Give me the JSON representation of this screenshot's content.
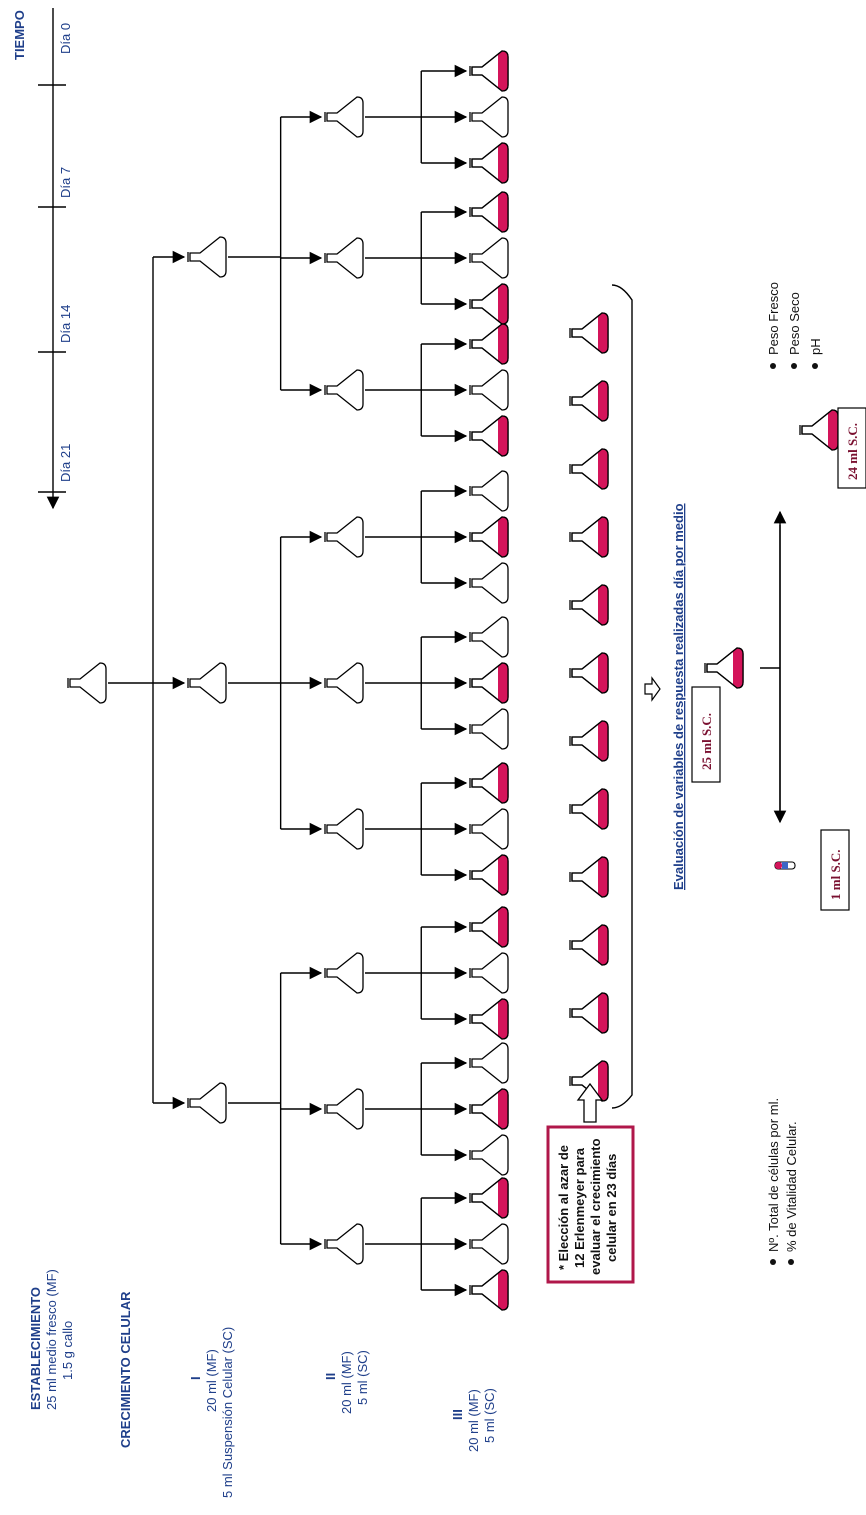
{
  "timeline": {
    "title": "TIEMPO",
    "days": [
      "Día 0",
      "Día 7",
      "Día 14",
      "Día 21"
    ]
  },
  "stages": {
    "establecimiento": {
      "title": "ESTABLECIMIENTO",
      "lines": [
        "25 ml medio fresco (MF)",
        "1.5 g callo"
      ]
    },
    "crecimiento": {
      "title": "CRECIMIENTO CELULAR"
    },
    "I": {
      "title": "I",
      "lines": [
        "20 ml (MF)",
        "5 ml Suspensión Celular (SC)"
      ]
    },
    "II": {
      "title": "II",
      "lines": [
        "20 ml (MF)",
        "5 ml (SC)"
      ]
    },
    "III": {
      "title": "III",
      "lines": [
        "20 ml (MF)",
        "5 ml (SC)"
      ]
    }
  },
  "selection_box": {
    "lines": [
      "* Elección al azar de",
      "12 Erlenmeyer para",
      "evaluar el crecimiento",
      "celular en 23 días"
    ]
  },
  "evaluation": {
    "title": "Evaluación de variables de respuesta realizadas día por medio",
    "volume_main": "25 ml S.C.",
    "volume_small": "1 ml S.C.",
    "volume_large": "24 ml S.C.",
    "small_sample_bullets": [
      "Nº. Total de células por ml.",
      "% de Vitalidad Celular."
    ],
    "large_sample_bullets": [
      "Peso Fresco",
      "Peso Seco",
      "pH"
    ]
  },
  "colors": {
    "label_blue": "#1f3f8a",
    "flask_fill": "#d4145a",
    "box_border": "#b0174a",
    "volume_text": "#7a1030"
  },
  "icons": {
    "flask": "erlenmeyer-flask-icon",
    "tube": "test-tube-icon"
  }
}
